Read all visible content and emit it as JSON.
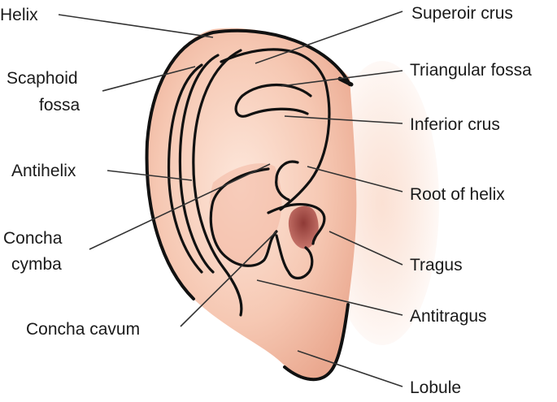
{
  "colors": {
    "skin_light": "#fbe0d2",
    "skin_mid": "#f4bfa8",
    "skin_shadow": "#e59f88",
    "canal": "#a8504a",
    "outline": "#111111",
    "leader": "#333333",
    "text": "#1a1a1a"
  },
  "labels": {
    "helix": "Helix",
    "scaphoid": [
      "Scaphoid",
      "fossa"
    ],
    "antihelix": "Antihelix",
    "concha_cymba": [
      "Concha",
      "cymba"
    ],
    "concha_cavum": "Concha cavum",
    "superior_crus": "Superoir crus",
    "triangular_fossa": "Triangular fossa",
    "inferior_crus": "Inferior crus",
    "root_of_helix": "Root of helix",
    "tragus": "Tragus",
    "antitragus": "Antitragus",
    "lobule": "Lobule"
  }
}
